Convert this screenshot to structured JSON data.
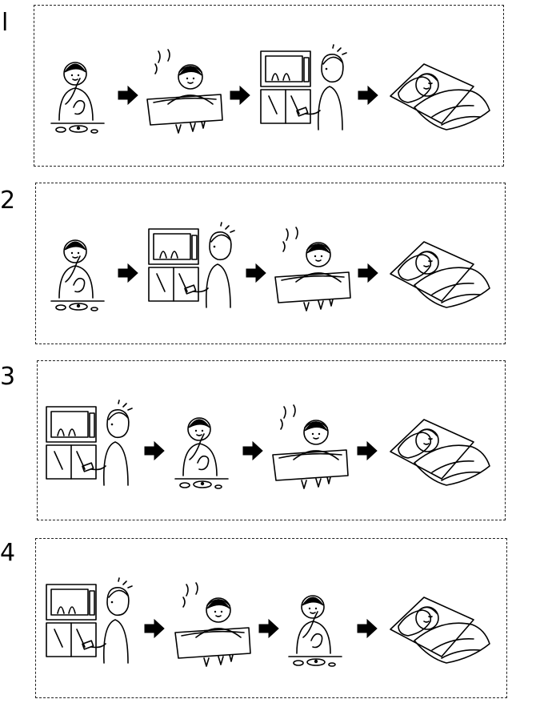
{
  "options": [
    {
      "number": "l",
      "sequence": [
        "eating",
        "bath",
        "tv",
        "sleep"
      ]
    },
    {
      "number": "2",
      "sequence": [
        "eating",
        "tv",
        "bath",
        "sleep"
      ]
    },
    {
      "number": "3",
      "sequence": [
        "tv",
        "eating",
        "bath",
        "sleep"
      ]
    },
    {
      "number": "4",
      "sequence": [
        "tv",
        "bath",
        "eating",
        "sleep"
      ]
    }
  ],
  "colors": {
    "ink": "#000000",
    "paper": "#ffffff"
  }
}
